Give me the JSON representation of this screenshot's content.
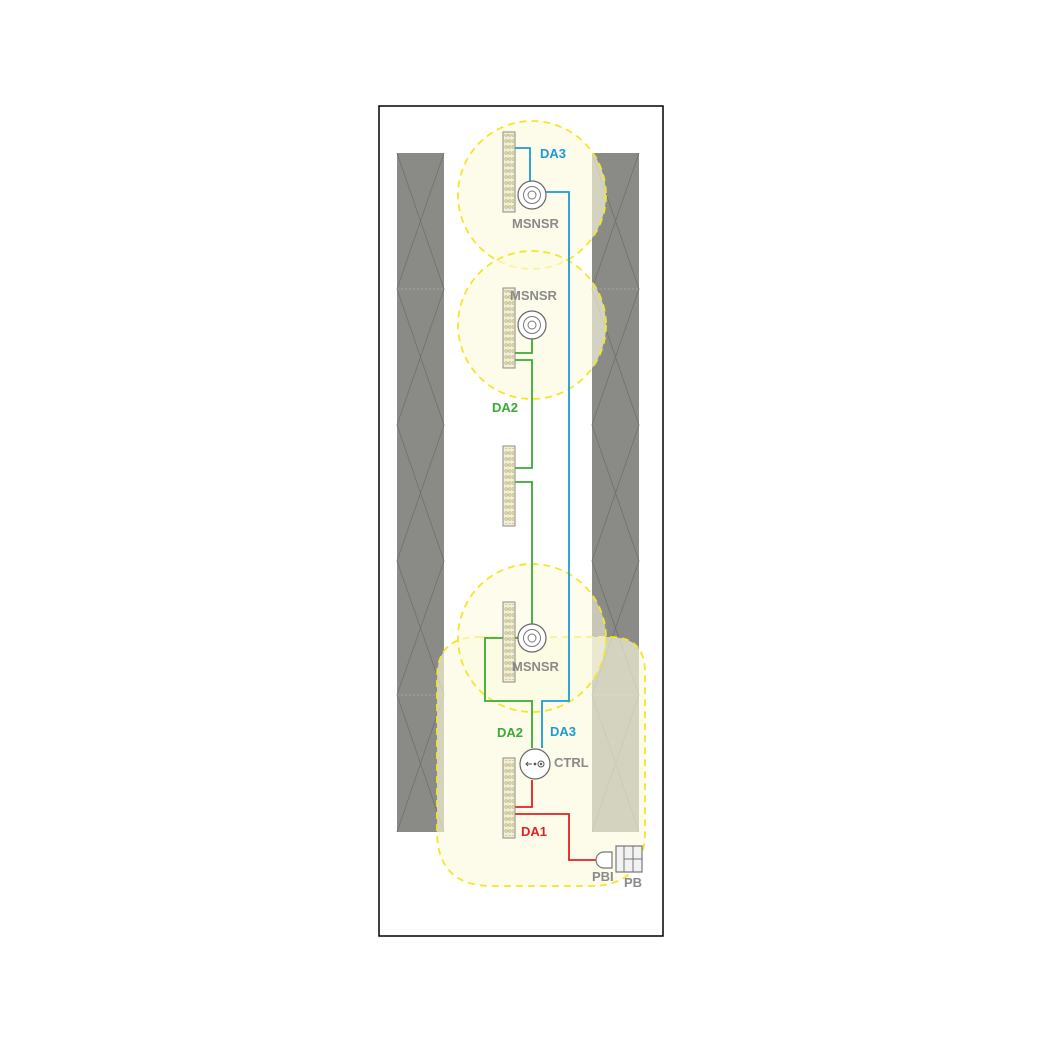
{
  "colors": {
    "da1": "#e31e24",
    "da2": "#3aa935",
    "da3": "#1d9ad6",
    "device_label": "#8a8a8a",
    "zone_fill": "#fbf8e4",
    "zone_border": "#f3e62a",
    "column": "#8a8a87",
    "frame": "#000000"
  },
  "sensors": [
    {
      "label": "MSNSR",
      "icon": "occupancy-sensor-icon"
    },
    {
      "label": "MSNSR",
      "icon": "occupancy-sensor-icon"
    },
    {
      "label": "MSNSR",
      "icon": "occupancy-sensor-icon"
    }
  ],
  "controller": {
    "label": "CTRL",
    "icon": "controller-icon"
  },
  "pushbutton_interface": {
    "label": "PBI"
  },
  "pushbutton": {
    "label": "PB",
    "icon": "pushbutton-icon"
  },
  "circuits": {
    "da1": "DA1",
    "da2_top": "DA2",
    "da2_bottom": "DA2",
    "da3_top": "DA3",
    "da3_bottom": "DA3"
  },
  "fixtures": {
    "count": 5,
    "icon": "light-fixture-icon"
  }
}
